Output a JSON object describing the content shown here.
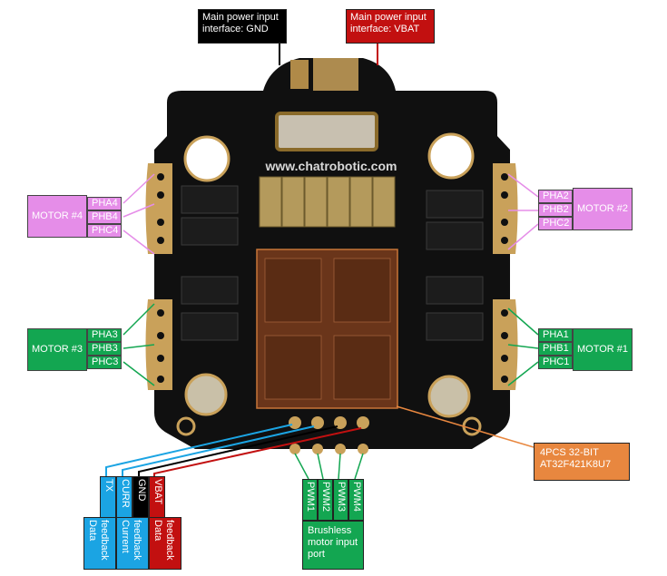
{
  "power": {
    "gnd": "Main power input interface: GND",
    "vbat": "Main power input interface: VBAT"
  },
  "board": {
    "brand": "www.chatrobotic.com"
  },
  "motors": {
    "m4": {
      "name": "MOTOR #4",
      "phases": [
        "PHA4",
        "PHB4",
        "PHC4"
      ]
    },
    "m2": {
      "name": "MOTOR #2",
      "phases": [
        "PHA2",
        "PHB2",
        "PHC2"
      ]
    },
    "m3": {
      "name": "MOTOR #3",
      "phases": [
        "PHA3",
        "PHB3",
        "PHC3"
      ]
    },
    "m1": {
      "name": "MOTOR #1",
      "phases": [
        "PHA1",
        "PHB1",
        "PHC1"
      ]
    }
  },
  "mcu": {
    "label": "4PCS 32-BIT AT32F421K8U7"
  },
  "signals": {
    "tx": "TX",
    "curr": "CURR",
    "gnd": "GND",
    "vbat": "VBAT"
  },
  "feedback": {
    "data": "Data feedback",
    "current": "Current feedback",
    "data2": "Data feedback"
  },
  "pwm": {
    "pins": [
      "PWM1",
      "PWM2",
      "PWM3",
      "PWM4"
    ],
    "port": "Brushless motor input port"
  },
  "colors": {
    "pink": "#e58de8",
    "green": "#13a651",
    "blue": "#1ba4e3",
    "red": "#c21010",
    "orange": "#e8873f",
    "board": "#101010",
    "pad": "#c9a15a"
  }
}
